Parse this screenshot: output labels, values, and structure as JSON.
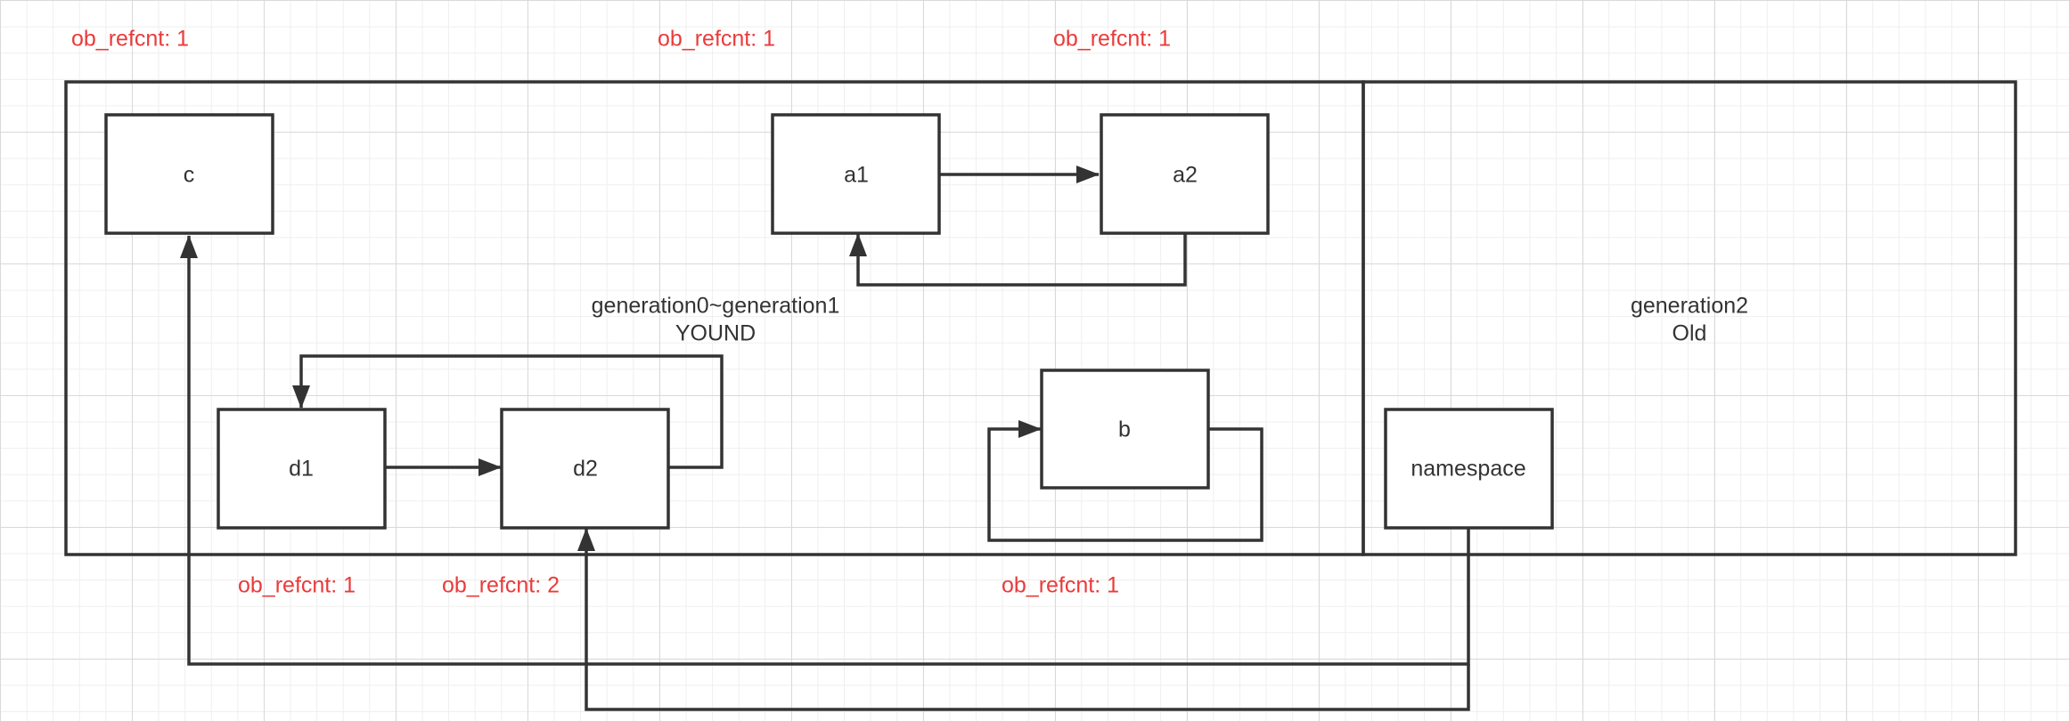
{
  "regions": {
    "young": {
      "line1": "generation0~generation1",
      "line2": "YOUND"
    },
    "old": {
      "line1": "generation2",
      "line2": "Old"
    }
  },
  "nodes": {
    "c": "c",
    "a1": "a1",
    "a2": "a2",
    "d1": "d1",
    "d2": "d2",
    "b": "b",
    "namespace": "namespace"
  },
  "refcounts": {
    "c": "ob_refcnt: 1",
    "a1": "ob_refcnt: 1",
    "a2": "ob_refcnt: 1",
    "d1": "ob_refcnt: 1",
    "d2": "ob_refcnt: 2",
    "b": "ob_refcnt: 1"
  },
  "edges": [
    {
      "from": "a1",
      "to": "a2"
    },
    {
      "from": "a2",
      "to": "a1"
    },
    {
      "from": "d1",
      "to": "d2"
    },
    {
      "from": "d2",
      "to": "d1"
    },
    {
      "from": "b",
      "to": "b"
    },
    {
      "from": "namespace",
      "to": "c"
    },
    {
      "from": "namespace",
      "to": "d2"
    }
  ],
  "colors": {
    "line": "#333333",
    "refcount_text": "#ea3b3b",
    "grid": "#d9d9d9"
  }
}
